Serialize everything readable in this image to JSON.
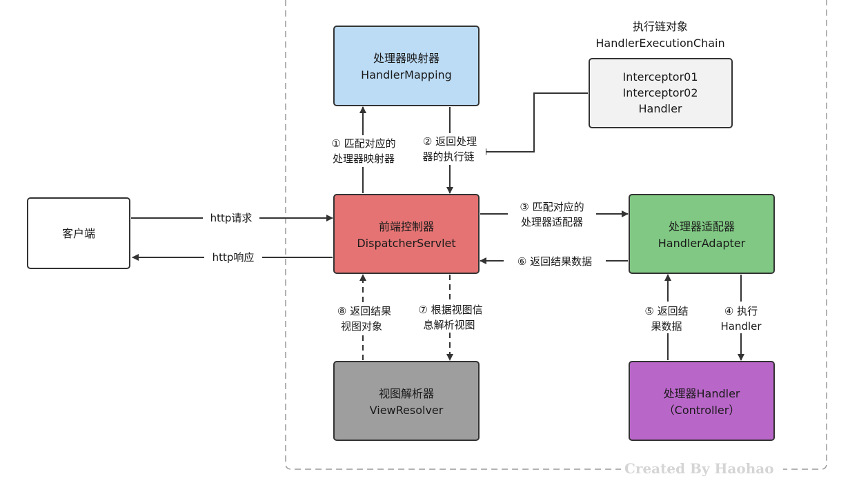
{
  "nodes": {
    "client": {
      "line1": "客户端",
      "color": "#ffffff"
    },
    "handler_mapping": {
      "line1": "处理器映射器",
      "line2": "HandlerMapping",
      "color": "#bcdcf6"
    },
    "execution_chain": {
      "title1": "执行链对象",
      "title2": "HandlerExecutionChain",
      "line1": "Interceptor01",
      "line2": "Interceptor02",
      "line3": "Handler",
      "color": "#f2f2f2"
    },
    "dispatcher": {
      "line1": "前端控制器",
      "line2": "DispatcherServlet",
      "color": "#e57373"
    },
    "handler_adapter": {
      "line1": "处理器适配器",
      "line2": "HandlerAdapter",
      "color": "#80c883"
    },
    "view_resolver": {
      "line1": "视图解析器",
      "line2": "ViewResolver",
      "color": "#9e9e9e"
    },
    "handler": {
      "line1": "处理器Handler",
      "line2": "（Controller）",
      "color": "#b966c9"
    }
  },
  "edges": {
    "http_request": "http请求",
    "http_response": "http响应",
    "step1": {
      "line1": "① 匹配对应的",
      "line2": "处理器映射器"
    },
    "step2": {
      "line1": "② 返回处理",
      "line2": "器的执行链"
    },
    "step3": {
      "line1": "③ 匹配对应的",
      "line2": "处理器适配器"
    },
    "step4": {
      "line1": "④ 执行",
      "line2": "Handler"
    },
    "step5": {
      "line1": "⑤ 返回结",
      "line2": "果数据"
    },
    "step6": "⑥ 返回结果数据",
    "step7": {
      "line1": "⑦ 根据视图信",
      "line2": "息解析视图"
    },
    "step8": {
      "line1": "⑧ 返回结果",
      "line2": "视图对象"
    }
  },
  "watermark": "Created By Haohao"
}
